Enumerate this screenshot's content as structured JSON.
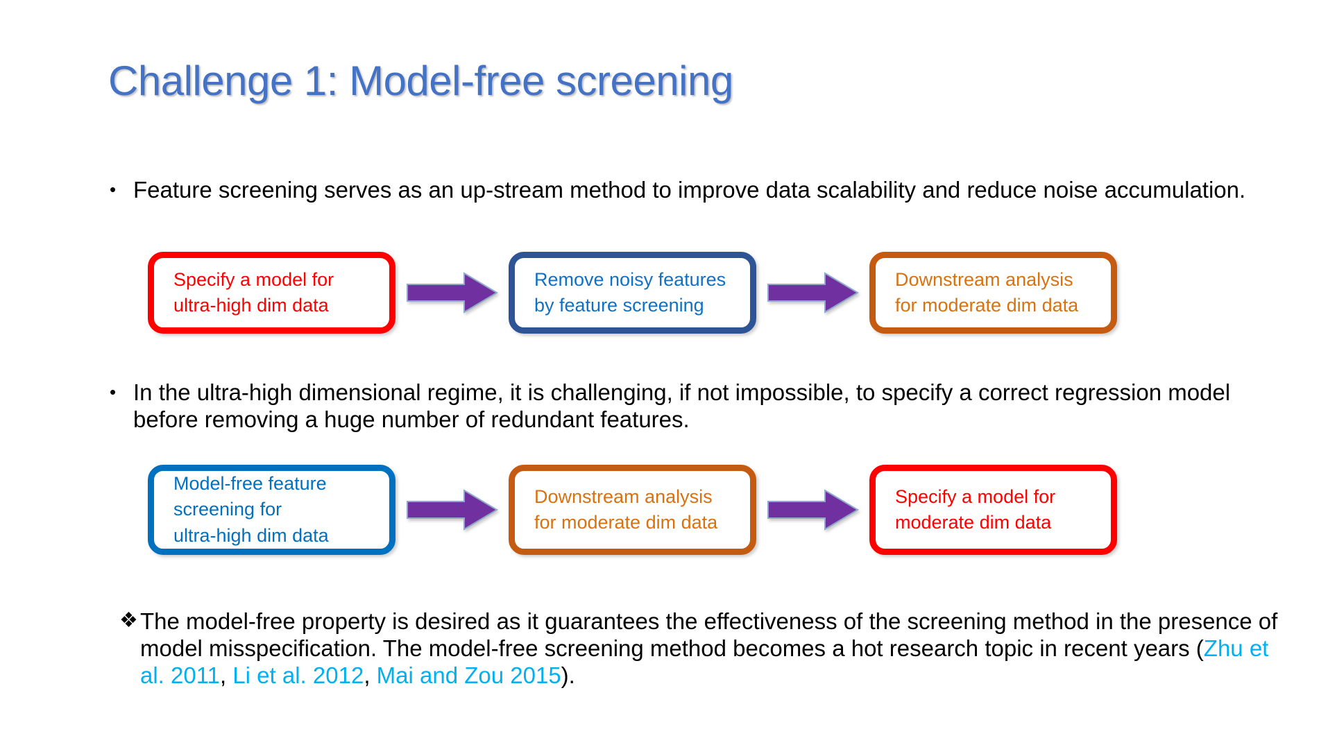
{
  "slide": {
    "title": "Challenge 1: Model-free screening",
    "title_color": "#4472C4",
    "background": "#ffffff"
  },
  "bullets": [
    {
      "marker": "•",
      "text": "Feature screening serves as an up-stream method to improve data scalability and reduce noise accumulation."
    },
    {
      "marker": "•",
      "text": "In the ultra-high dimensional regime, it is challenging, if not impossible, to specify a correct regression model before removing a huge number of redundant features."
    }
  ],
  "closing": {
    "marker": "❖",
    "lead": "The model-free property is desired as it guarantees the effectiveness of the screening method in the presence of model misspecification. The model-free screening method becomes a hot research topic in recent years (",
    "citations": [
      "Zhu et al. 2011",
      "Li et al. 2012",
      "Mai and Zou 2015"
    ],
    "separator": ", ",
    "tail": ").",
    "citation_color": "#00B0F0"
  },
  "flows": [
    {
      "name": "model-based-pipeline",
      "boxes": [
        {
          "lines": [
            "Specify a model for",
            "ultra-high dim data"
          ],
          "border": "#FF0000",
          "text_color": "#FF0000"
        },
        {
          "lines": [
            "Remove noisy features",
            "by feature screening"
          ],
          "border": "#2E5496",
          "text_color": "#1071C4"
        },
        {
          "lines": [
            "Downstream analysis",
            "for moderate dim data"
          ],
          "border": "#C55A11",
          "text_color": "#D9720E"
        }
      ],
      "arrow_color": "#7030A0"
    },
    {
      "name": "model-free-pipeline",
      "boxes": [
        {
          "lines": [
            "Model-free feature",
            "screening for",
            "ultra-high dim data"
          ],
          "border": "#0070C0",
          "text_color": "#0070C0"
        },
        {
          "lines": [
            "Downstream analysis",
            "for moderate dim data"
          ],
          "border": "#C55A11",
          "text_color": "#D9720E"
        },
        {
          "lines": [
            "Specify a model for",
            "moderate dim data"
          ],
          "border": "#FF0000",
          "text_color": "#FF0000"
        }
      ],
      "arrow_color": "#7030A0"
    }
  ]
}
